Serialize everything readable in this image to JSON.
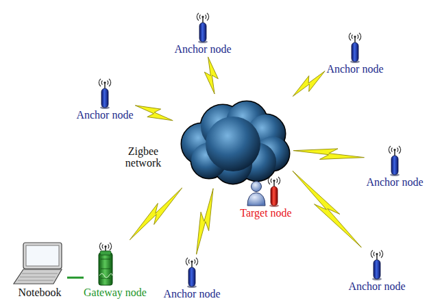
{
  "diagram": {
    "nodes": [
      {
        "text": [
          "Anchor node"
        ]
      },
      {
        "text": [
          "Anchor node"
        ]
      },
      {
        "text": [
          "Anchor node"
        ]
      },
      {
        "text": [
          "Zigbee network"
        ]
      },
      {
        "text": [
          "Anchor node"
        ]
      },
      {
        "text": [
          "Target node"
        ]
      },
      {
        "text": [
          "Anchor node"
        ]
      },
      {
        "text": [
          "Notebook"
        ]
      },
      {
        "text": [
          "Gateway node"
        ]
      },
      {
        "text": [
          "Anchor node"
        ]
      }
    ],
    "edges": [
      {
        "from": 3,
        "to": 0,
        "arrow": "none"
      },
      {
        "from": 3,
        "to": 1,
        "arrow": "none"
      },
      {
        "from": 3,
        "to": 2,
        "arrow": "none"
      },
      {
        "from": 3,
        "to": 4,
        "arrow": "none"
      },
      {
        "from": 3,
        "to": 6,
        "arrow": "none"
      },
      {
        "from": 3,
        "to": 8,
        "arrow": "none"
      },
      {
        "from": 3,
        "to": 9,
        "arrow": "none"
      },
      {
        "from": 7,
        "to": 8,
        "arrow": "none"
      }
    ]
  }
}
